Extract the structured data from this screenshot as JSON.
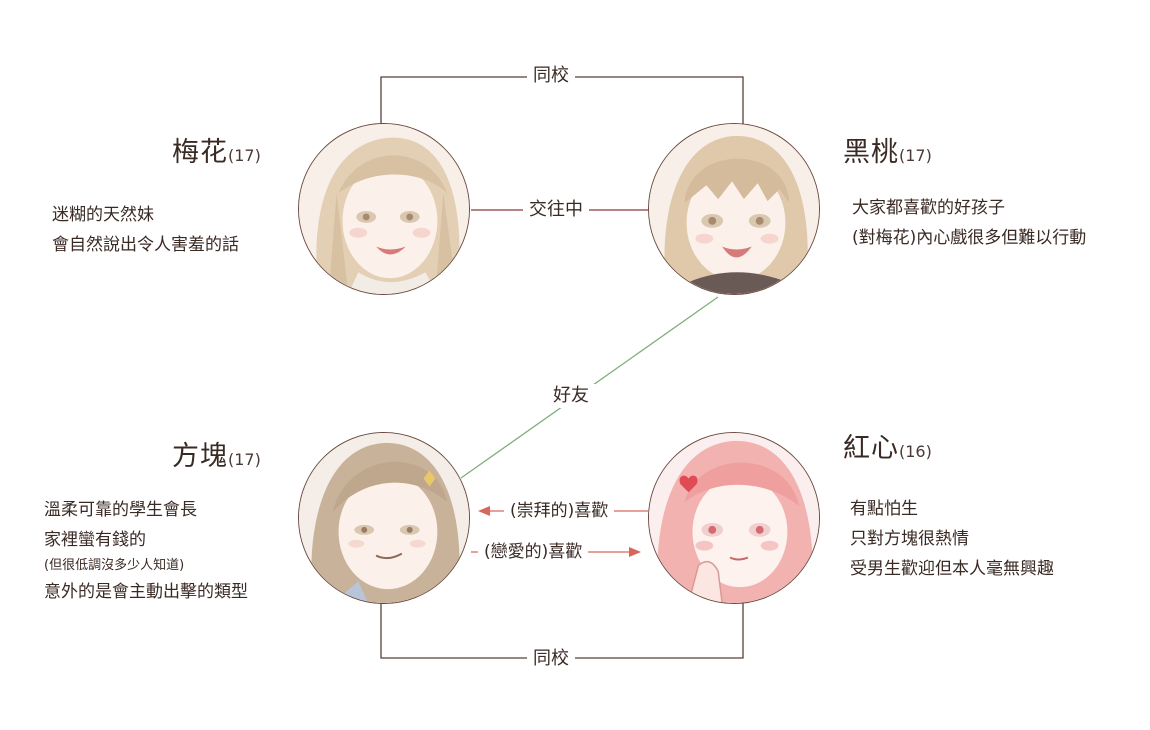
{
  "colors": {
    "line": "#5a3f36",
    "friend_line": "#7fb07a",
    "arrow": "#d9665b",
    "circle_border": "#6b4b40"
  },
  "characters": {
    "plum": {
      "name": "梅花",
      "age": "(17)",
      "desc": [
        "迷糊的天然妹",
        "會自然說出令人害羞的話"
      ]
    },
    "peach": {
      "name": "黑桃",
      "age": "(17)",
      "desc": [
        "大家都喜歡的好孩子",
        "(對梅花)內心戲很多但難以行動"
      ]
    },
    "diamond": {
      "name": "方塊",
      "age": "(17)",
      "desc": [
        "溫柔可靠的學生會長",
        "家裡蠻有錢的"
      ],
      "desc_small": "(但很低調沒多少人知道)",
      "desc_last": "意外的是會主動出擊的類型"
    },
    "heart": {
      "name": "紅心",
      "age": "(16)",
      "desc": [
        "有點怕生",
        "只對方塊很熱情",
        "受男生歡迎但本人毫無興趣"
      ]
    }
  },
  "relations": {
    "school_top": "同校",
    "dating": "交往中",
    "friends": "好友",
    "admire": "(崇拜的)喜歡",
    "love": "(戀愛的)喜歡",
    "school_bottom": "同校"
  }
}
